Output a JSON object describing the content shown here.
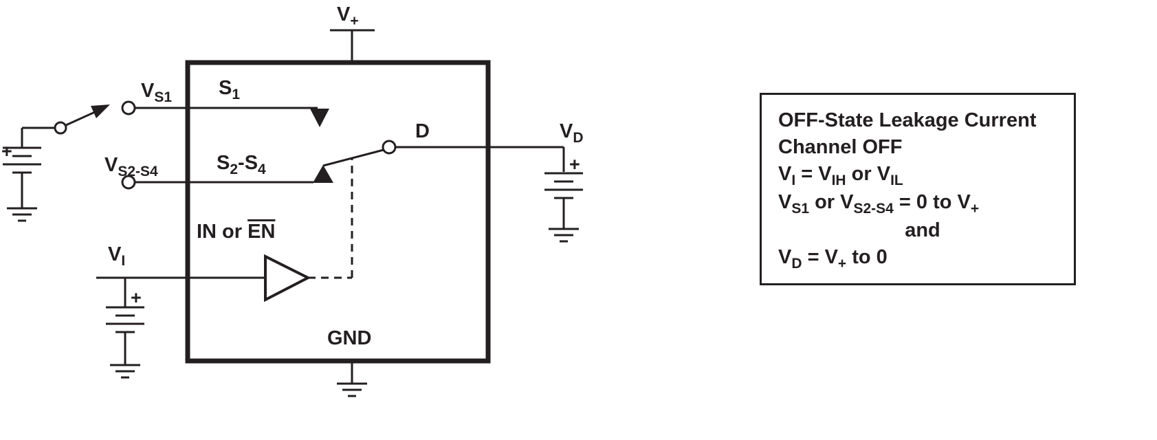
{
  "diagram": {
    "labels": {
      "v_plus": {
        "base": "V",
        "sub": "+"
      },
      "v_s1": {
        "base": "V",
        "sub": "S1"
      },
      "s1": {
        "base": "S",
        "sub": "1"
      },
      "v_s2_s4": {
        "base": "V",
        "sub": "S2-S4"
      },
      "s2_s4": {
        "b1": "S",
        "s1": "2",
        "b2": "-S",
        "s2": "4"
      },
      "in_or_en": {
        "pre": "IN or ",
        "overline": "EN"
      },
      "v_i": {
        "base": "V",
        "sub": "I"
      },
      "v_d": {
        "base": "V",
        "sub": "D"
      },
      "d": "D",
      "gnd": "GND",
      "plus": "+"
    },
    "note": {
      "line1": "OFF-State Leakage Current",
      "line2": "Channel OFF",
      "line3": [
        {
          "t": "V"
        },
        {
          "t": "I",
          "sub": true
        },
        {
          "t": " = V"
        },
        {
          "t": "IH",
          "sub": true
        },
        {
          "t": " or V"
        },
        {
          "t": "IL",
          "sub": true
        }
      ],
      "line4": [
        {
          "t": "V"
        },
        {
          "t": "S1",
          "sub": true
        },
        {
          "t": " or V"
        },
        {
          "t": "S2-S4",
          "sub": true
        },
        {
          "t": " = 0 to V"
        },
        {
          "t": "+",
          "sub": true
        }
      ],
      "line5": "and",
      "line6": [
        {
          "t": "V"
        },
        {
          "t": "D",
          "sub": true
        },
        {
          "t": " = V"
        },
        {
          "t": "+",
          "sub": true
        },
        {
          "t": " to 0"
        }
      ]
    },
    "colors": {
      "ink": "#231f20",
      "background": "#ffffff"
    }
  }
}
